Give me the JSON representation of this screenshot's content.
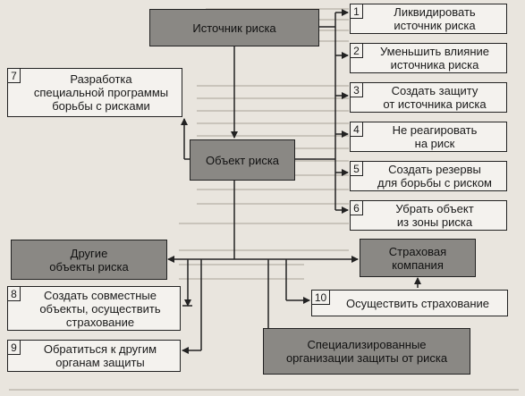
{
  "nodes": {
    "source": {
      "label": "Источник риска"
    },
    "object": {
      "label": "Объект риска"
    },
    "other_objects": {
      "label": "Другие\nобъекты риска"
    },
    "insurance_company": {
      "label": "Страховая\nкомпания"
    },
    "specialized": {
      "label": "Специализированные\nорганизации защиты от риска"
    }
  },
  "options": [
    {
      "num": "1",
      "label": "Ликвидировать\nисточник риска"
    },
    {
      "num": "2",
      "label": "Уменьшить влияние\nисточника риска"
    },
    {
      "num": "3",
      "label": "Создать защиту\nот источника риска"
    },
    {
      "num": "4",
      "label": "Не реагировать\nна риск"
    },
    {
      "num": "5",
      "label": "Создать резервы\nдля борьбы с риском"
    },
    {
      "num": "6",
      "label": "Убрать объект\nиз зоны риска"
    },
    {
      "num": "7",
      "label": "Разработка\nспециальной программы\nборьбы с рисками"
    },
    {
      "num": "8",
      "label": "Создать совместные\nобъекты, осуществить\nстрахование"
    },
    {
      "num": "9",
      "label": "Обратиться к другим\nорганам защиты"
    },
    {
      "num": "10",
      "label": "Осуществить страхование"
    }
  ],
  "colors": {
    "dark_box": "#8a8884",
    "paper": "#e9e5de"
  }
}
